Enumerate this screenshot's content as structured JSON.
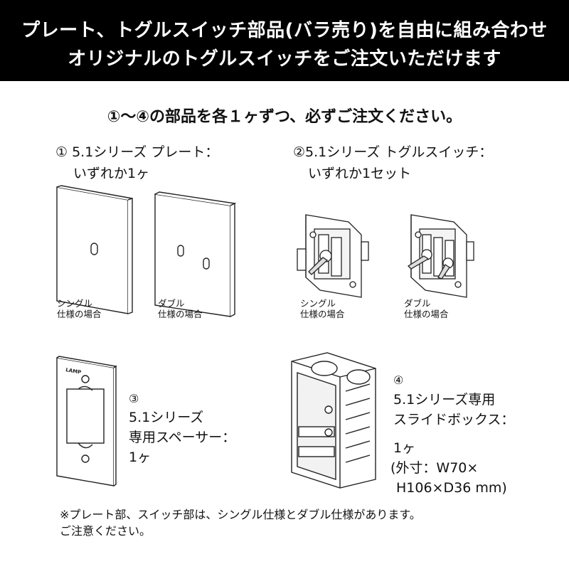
{
  "header": {
    "line1": "プレート、トグルスイッチ部品(バラ売り)を自由に組み合わせ",
    "line2": "オリジナルのトグルスイッチをご注文いただけます"
  },
  "instruction": "①〜④の部品を各１ヶずつ、必ずご注文ください。",
  "parts": {
    "plate": {
      "title": "① 5.1シリーズ プレート：",
      "qty": "いずれか1ヶ",
      "single_caption": [
        "シングル",
        "仕様の場合"
      ],
      "double_caption": [
        "ダブル",
        "仕様の場合"
      ]
    },
    "switch": {
      "title": "②5.1シリーズ トグルスイッチ：",
      "qty": "いずれか1セット",
      "single_caption": [
        "シングル",
        "仕様の場合"
      ],
      "double_caption": [
        "ダブル",
        "仕様の場合"
      ]
    },
    "spacer": {
      "number": "③",
      "title_1": "5.1シリーズ",
      "title_2": "専用スペーサー：",
      "qty": "1ヶ",
      "logo": "LAMP"
    },
    "box": {
      "number": "④",
      "title_1": "5.1シリーズ専用",
      "title_2": "スライドボックス：",
      "qty": "1ヶ",
      "dims_1": "(外寸：W70×",
      "dims_2": "H106×D36 mm)"
    }
  },
  "footnote": {
    "line1": "※プレート部、スイッチ部は、シングル仕様とダブル仕様があります。",
    "line2": "ご注意ください。"
  }
}
